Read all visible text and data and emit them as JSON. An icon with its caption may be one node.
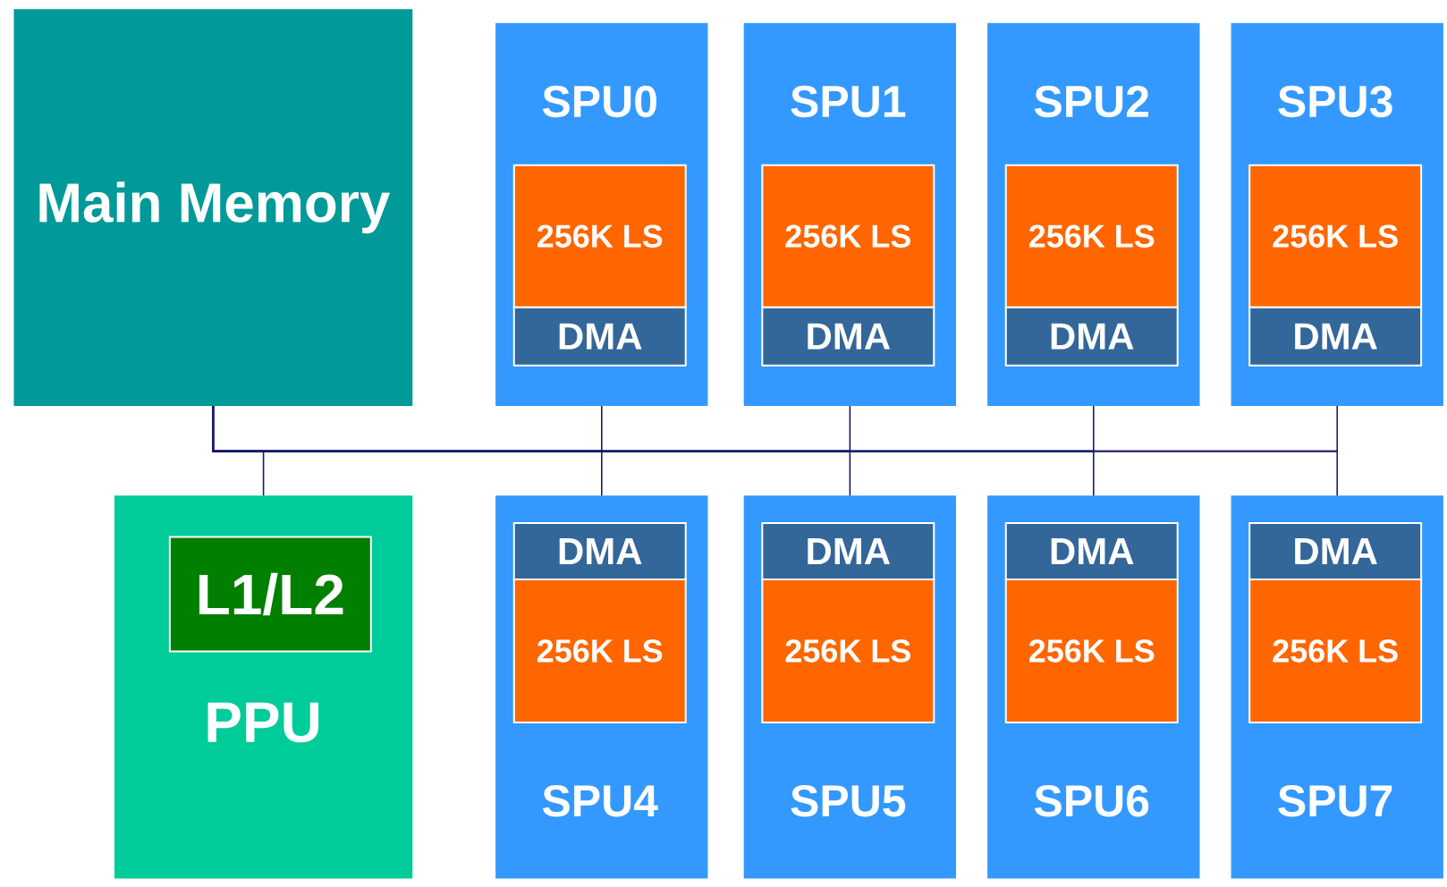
{
  "diagram": {
    "nodes": [
      {
        "text": [
          "Main Memory"
        ]
      },
      {
        "text": [
          "PPU"
        ]
      },
      {
        "text": [
          "L1/L2"
        ],
        "in": 1
      },
      {
        "text": [
          "SPU0"
        ]
      },
      {
        "text": [
          "256K LS"
        ],
        "in": 3
      },
      {
        "text": [
          "DMA"
        ],
        "in": 3
      },
      {
        "text": [
          "SPU1"
        ]
      },
      {
        "text": [
          "256K LS"
        ],
        "in": 6
      },
      {
        "text": [
          "DMA"
        ],
        "in": 6
      },
      {
        "text": [
          "SPU2"
        ]
      },
      {
        "text": [
          "256K LS"
        ],
        "in": 9
      },
      {
        "text": [
          "DMA"
        ],
        "in": 9
      },
      {
        "text": [
          "SPU3"
        ]
      },
      {
        "text": [
          "256K LS"
        ],
        "in": 12
      },
      {
        "text": [
          "DMA"
        ],
        "in": 12
      },
      {
        "text": [
          "SPU4"
        ]
      },
      {
        "text": [
          "DMA"
        ],
        "in": 15
      },
      {
        "text": [
          "256K LS"
        ],
        "in": 15
      },
      {
        "text": [
          "SPU5"
        ]
      },
      {
        "text": [
          "DMA"
        ],
        "in": 18
      },
      {
        "text": [
          "256K LS"
        ],
        "in": 18
      },
      {
        "text": [
          "SPU6"
        ]
      },
      {
        "text": [
          "DMA"
        ],
        "in": 21
      },
      {
        "text": [
          "256K LS"
        ],
        "in": 21
      },
      {
        "text": [
          "SPU7"
        ]
      },
      {
        "text": [
          "DMA"
        ],
        "in": 24
      },
      {
        "text": [
          "256K LS"
        ],
        "in": 24
      }
    ],
    "edges": [
      {
        "from": 0,
        "to": 1,
        "arrow": "none"
      },
      {
        "from": 0,
        "to": 3,
        "arrow": "none"
      },
      {
        "from": 0,
        "to": 6,
        "arrow": "none"
      },
      {
        "from": 0,
        "to": 9,
        "arrow": "none"
      },
      {
        "from": 0,
        "to": 12,
        "arrow": "none"
      },
      {
        "from": 0,
        "to": 15,
        "arrow": "none"
      },
      {
        "from": 0,
        "to": 18,
        "arrow": "none"
      },
      {
        "from": 0,
        "to": 21,
        "arrow": "none"
      },
      {
        "from": 0,
        "to": 24,
        "arrow": "none"
      }
    ]
  }
}
